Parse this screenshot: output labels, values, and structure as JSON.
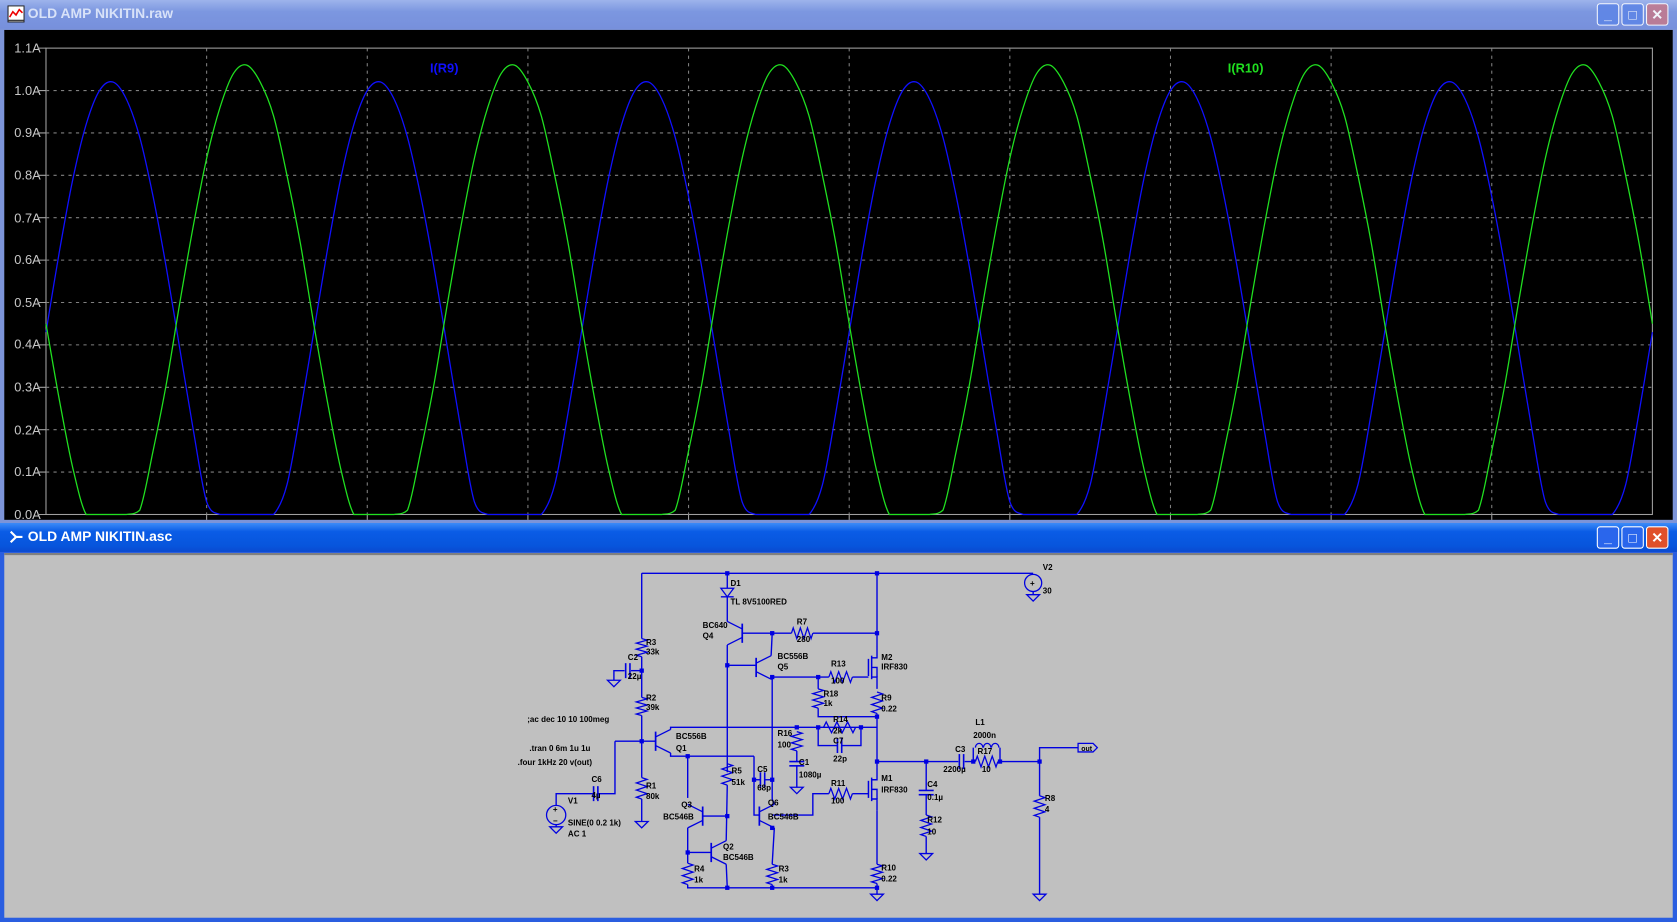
{
  "waveform_window": {
    "title": "OLD AMP NIKITIN.raw",
    "buttons": {
      "minimize": "_",
      "maximize": "□",
      "close": "✕"
    },
    "icon": "waveform-icon"
  },
  "schematic_window": {
    "title": "OLD AMP NIKITIN.asc",
    "buttons": {
      "minimize": "_",
      "maximize": "□",
      "close": "✕"
    },
    "icon": "schematic-icon"
  },
  "chart_data": {
    "type": "line",
    "background": "#000000",
    "grid": true,
    "ylim": [
      0,
      1.1
    ],
    "yticks": [
      "0.0A",
      "0.1A",
      "0.2A",
      "0.3A",
      "0.4A",
      "0.5A",
      "0.6A",
      "0.7A",
      "0.8A",
      "0.9A",
      "1.0A",
      "1.1A"
    ],
    "xlim": [
      0,
      6
    ],
    "x_step": 0.05,
    "series": [
      {
        "name": "I(R9)",
        "color": "#1010ff",
        "period_values": [
          0.43,
          0.62,
          0.79,
          0.92,
          1.0,
          1.02,
          0.98,
          0.89,
          0.75,
          0.58,
          0.39,
          0.2,
          0.03,
          0,
          0,
          0,
          0,
          0,
          0.07,
          0.24
        ]
      },
      {
        "name": "I(R10)",
        "color": "#20e020",
        "period_values": [
          0.45,
          0.27,
          0.11,
          0,
          0,
          0,
          0,
          0.01,
          0.15,
          0.31,
          0.5,
          0.68,
          0.84,
          0.96,
          1.04,
          1.06,
          1.02,
          0.94,
          0.8,
          0.64
        ]
      }
    ]
  },
  "schematic": {
    "wire_color": "#0000e0",
    "label_color": "#000000",
    "directives": [
      ";ac dec 10 10 100meg",
      ".tran 0 6m 1u 1u",
      ".four 1kHz 20 v(out)"
    ],
    "labels": {
      "D1": [
        "D1",
        "TL 8V5100RED"
      ],
      "Q4": [
        "BC640",
        "Q4"
      ],
      "R7": [
        "R7",
        "280"
      ],
      "Q5": [
        "BC556B",
        "Q5"
      ],
      "R3": [
        "R3",
        "33k"
      ],
      "C2": [
        "C2",
        "22µ"
      ],
      "R2": [
        "R2",
        "39k"
      ],
      "R1": [
        "R1",
        "80k"
      ],
      "Q1": [
        "BC556B",
        "Q1"
      ],
      "R13": [
        "R13",
        "100"
      ],
      "R18": [
        "R18",
        "1k"
      ],
      "R14": [
        "R14",
        "2k"
      ],
      "C7": [
        "C7",
        "22p"
      ],
      "R16": [
        "R16",
        "100"
      ],
      "C1": [
        "C1",
        "1080µ"
      ],
      "R5": [
        "R5",
        "51k"
      ],
      "C5": [
        "C5",
        "68p"
      ],
      "Q3": [
        "Q3",
        "BC546B"
      ],
      "Q6": [
        "Q6",
        "BC546B"
      ],
      "Q2": [
        "Q2",
        "BC546B"
      ],
      "R4": [
        "R4",
        "1k"
      ],
      "R3b": [
        "R3",
        "1k"
      ],
      "R11": [
        "R11",
        "100"
      ],
      "M2": [
        "M2",
        "IRF830"
      ],
      "R9": [
        "R9",
        "0.22"
      ],
      "M1": [
        "M1",
        "IRF830"
      ],
      "R10": [
        "R10",
        "0.22"
      ],
      "C4": [
        "C4",
        "0.1µ"
      ],
      "R12": [
        "R12",
        "10"
      ],
      "C3": [
        "C3",
        "2200µ"
      ],
      "L1": [
        "L1",
        "2000n"
      ],
      "R17": [
        "R17",
        "10"
      ],
      "R8": [
        "R8",
        "4"
      ],
      "V2": [
        "V2",
        "30"
      ],
      "V1": [
        "V1",
        "SINE(0 0.2 1k)",
        "AC 1"
      ],
      "C6": [
        "C6",
        "4µ"
      ]
    },
    "net_flag": "out"
  }
}
